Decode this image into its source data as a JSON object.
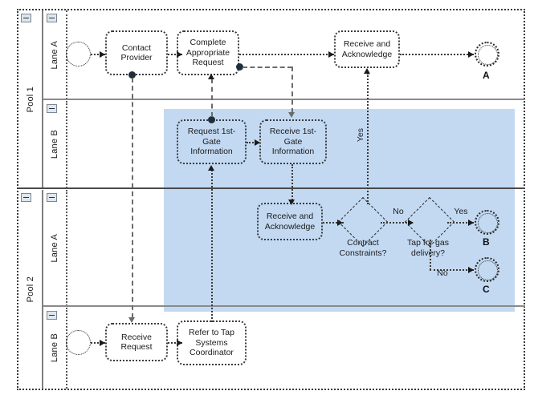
{
  "diagram": {
    "type": "bpmn-collaboration",
    "pools": [
      {
        "name": "Pool 1",
        "collapse_icon": "minus-icon",
        "lanes": [
          {
            "name": "Lane A",
            "collapse_icon": "minus-icon"
          },
          {
            "name": "Lane B",
            "collapse_icon": "minus-icon"
          }
        ]
      },
      {
        "name": "Pool 2",
        "collapse_icon": "minus-icon",
        "lanes": [
          {
            "name": "Lane A",
            "collapse_icon": "minus-icon"
          },
          {
            "name": "Lane B",
            "collapse_icon": "minus-icon"
          }
        ]
      }
    ],
    "tasks": [
      {
        "id": "contact-provider",
        "label": "Contact\nProvider"
      },
      {
        "id": "complete-request",
        "label": "Complete\nAppropriate\nRequest"
      },
      {
        "id": "receive-acknowledge-p1",
        "label": "Receive and\nAcknowledge"
      },
      {
        "id": "request-1st-gate",
        "label": "Request 1st-\nGate\nInformation"
      },
      {
        "id": "receive-1st-gate",
        "label": "Receive 1st-\nGate\nInformation"
      },
      {
        "id": "receive-acknowledge-p2",
        "label": "Receive and\nAcknowledge"
      },
      {
        "id": "receive-request",
        "label": "Receive\nRequest"
      },
      {
        "id": "refer-tap-systems",
        "label": "Refer to Tap\nSystems\nCoordinator"
      }
    ],
    "gateways": [
      {
        "id": "contract-constraints",
        "label": "Contract\nConstraints?"
      },
      {
        "id": "tap-gas-delivery",
        "label": "Tap for gas\ndelivery?"
      }
    ],
    "events": [
      {
        "id": "start-p1-lane-a",
        "kind": "start",
        "label": ""
      },
      {
        "id": "end-a",
        "kind": "end",
        "label": "A"
      },
      {
        "id": "end-b",
        "kind": "end",
        "label": "B"
      },
      {
        "id": "end-c",
        "kind": "end",
        "label": "C"
      },
      {
        "id": "start-p2-lane-b",
        "kind": "start",
        "label": ""
      }
    ],
    "flow_labels": [
      {
        "id": "yes-vertical",
        "text": "Yes"
      },
      {
        "id": "no-between-gw",
        "text": "No"
      },
      {
        "id": "yes-to-end-b",
        "text": "Yes"
      },
      {
        "id": "no-to-end-c",
        "text": "No"
      }
    ],
    "colors": {
      "highlight": "#c3d9f2",
      "shape_stroke": "#3a3a3a",
      "pool_divider": "#4a4a4a",
      "lane_divider": "#8a8a8a",
      "message_flow": "#6b6b6b"
    }
  }
}
